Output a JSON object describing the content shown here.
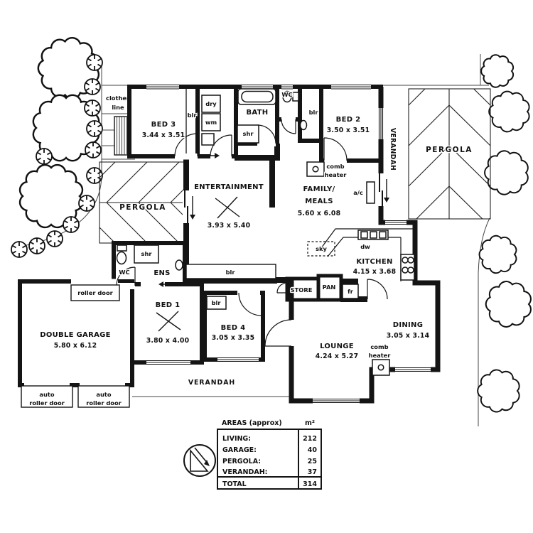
{
  "colors": {
    "ink": "#141414",
    "paper": "#ffffff"
  },
  "rooms": {
    "bed3": {
      "name": "BED 3",
      "dims": "3.44 x 3.51"
    },
    "bed2": {
      "name": "BED 2",
      "dims": "3.50 x 3.51"
    },
    "bed1": {
      "name": "BED 1",
      "dims": "3.80 x 4.00"
    },
    "bed4": {
      "name": "BED 4",
      "dims": "3.05 x 3.35"
    },
    "entertainment": {
      "name": "ENTERTAINMENT",
      "dims": "3.93 x 5.40"
    },
    "family": {
      "line1": "FAMILY/",
      "line2": "MEALS",
      "dims": "5.60 x 6.08"
    },
    "kitchen": {
      "name": "KITCHEN",
      "dims": "4.15 x 3.68"
    },
    "dining": {
      "name": "DINING",
      "dims": "3.05 x 3.14"
    },
    "lounge": {
      "name": "LOUNGE",
      "dims": "4.24 x 5.27"
    },
    "garage": {
      "name": "DOUBLE GARAGE",
      "dims": "5.80 x 6.12"
    },
    "bath": {
      "name": "BATH"
    },
    "ens": {
      "name": "ENS"
    },
    "wc": {
      "name": "WC"
    },
    "store": {
      "name": "STORE"
    },
    "pantry": {
      "name": "PAN"
    }
  },
  "fixtures": {
    "robe": "blr",
    "shower": "shr",
    "dryer": "dry",
    "washer": "wm",
    "dishwasher": "dw",
    "fridge": "fr",
    "skylight": "sky",
    "aircon": "a/c",
    "heater_line1": "comb",
    "heater_line2": "heater"
  },
  "outdoor": {
    "pergola": "PERGOLA",
    "verandah": "VERANDAH",
    "clothes_line1": "clothes",
    "clothes_line2": "line",
    "roller_door": "roller door",
    "auto_line1": "auto",
    "auto_line2": "roller door"
  },
  "areas_table": {
    "title": "AREAS (approx)",
    "unit": "m²",
    "rows": [
      {
        "label": "LIVING:",
        "value": "212"
      },
      {
        "label": "GARAGE:",
        "value": "40"
      },
      {
        "label": "PERGOLA:",
        "value": "25"
      },
      {
        "label": "VERANDAH:",
        "value": "37"
      }
    ],
    "total": {
      "label": "TOTAL",
      "value": "314"
    }
  }
}
